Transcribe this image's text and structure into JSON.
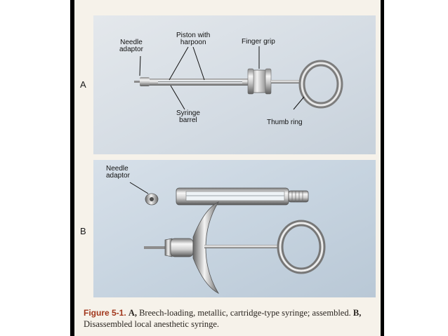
{
  "figure": {
    "panel_a": {
      "letter": "A",
      "labels": {
        "needle_adaptor": [
          "Needle",
          "adaptor"
        ],
        "piston_with_harpoon": [
          "Piston with",
          "harpoon"
        ],
        "finger_grip": "Finger grip",
        "syringe_barrel": [
          "Syringe",
          "barrel"
        ],
        "thumb_ring": "Thumb ring"
      }
    },
    "panel_b": {
      "letter": "B",
      "labels": {
        "needle_adaptor": [
          "Needle",
          "adaptor"
        ]
      }
    },
    "caption": {
      "figure_number": "Figure 5-1.",
      "a_letter": "A,",
      "a_text": "Breech-loading, metallic, cartridge-type syringe;",
      "assembled": "assembled.",
      "b_letter": "B,",
      "b_text": "Disassembled local anesthetic syringe."
    }
  },
  "colors": {
    "panel_a_bg": "#d8e0e8",
    "panel_b_bg": "#c9d6e2",
    "caption_label": "#a1361b",
    "metal_light": "#f4f4f4",
    "metal_dark": "#6d6d6d"
  }
}
